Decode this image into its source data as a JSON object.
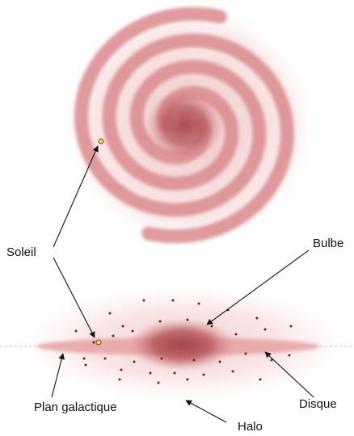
{
  "labels": {
    "sun": "Soleil",
    "bulge": "Bulbe",
    "galactic_plane": "Plan galactique",
    "disk": "Disque",
    "halo": "Halo"
  },
  "colors": {
    "galaxy_dark": "#b65a5e",
    "galaxy_mid": "#d98a8e",
    "galaxy_light": "#f2c4c6",
    "sun_fill": "#f3d27a",
    "sun_stroke": "#7a4a00",
    "cluster_dot": "#7a1b20",
    "arrow": "#111111"
  }
}
